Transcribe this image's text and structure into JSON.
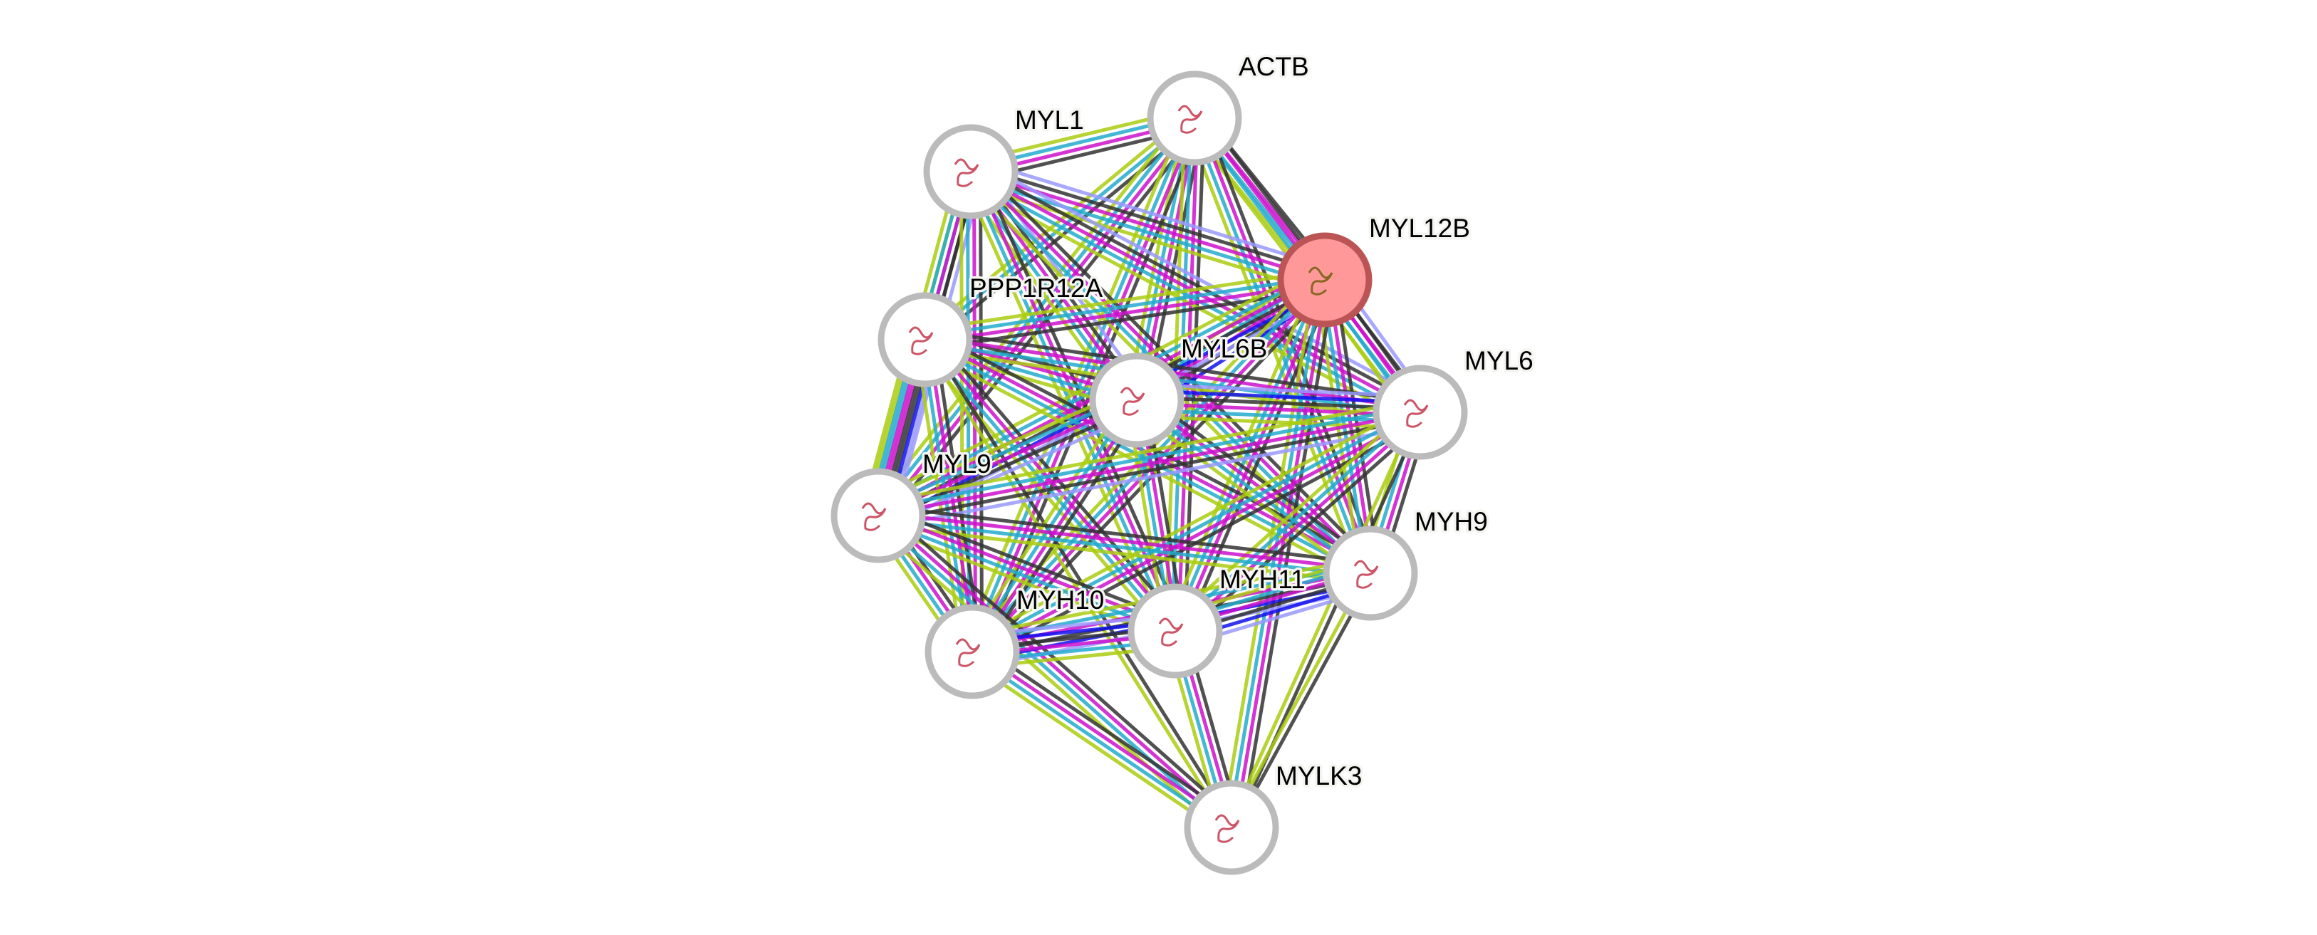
{
  "evidence_colors": {
    "k": "#333333",
    "m": "#cc11cc",
    "c": "#22aacc",
    "y": "#aacc11",
    "b": "#1111ee",
    "h": "#9999ff"
  },
  "query_node_color": "#ff9999",
  "query_node_border": "#bb5555",
  "node_border": "#bbbbbb",
  "nodes": [
    {
      "id": "ACTB",
      "label": "ACTB",
      "query": false
    },
    {
      "id": "MYL1",
      "label": "MYL1",
      "query": false
    },
    {
      "id": "MYL12B",
      "label": "MYL12B",
      "query": true
    },
    {
      "id": "PPP1R12A",
      "label": "PPP1R12A",
      "query": false
    },
    {
      "id": "MYL6B",
      "label": "MYL6B",
      "query": false
    },
    {
      "id": "MYL6",
      "label": "MYL6",
      "query": false
    },
    {
      "id": "MYL9",
      "label": "MYL9",
      "query": false
    },
    {
      "id": "MYH9",
      "label": "MYH9",
      "query": false
    },
    {
      "id": "MYH10",
      "label": "MYH10",
      "query": false
    },
    {
      "id": "MYH11",
      "label": "MYH11",
      "query": false
    },
    {
      "id": "MYLK3",
      "label": "MYLK3",
      "query": false
    }
  ],
  "edges": [
    [
      "ACTB",
      "MYL1",
      "kmcy"
    ],
    [
      "ACTB",
      "MYL12B",
      "kmcy"
    ],
    [
      "ACTB",
      "PPP1R12A",
      "kcy"
    ],
    [
      "ACTB",
      "MYL6B",
      "kmcy"
    ],
    [
      "ACTB",
      "MYL6",
      "kmcy"
    ],
    [
      "ACTB",
      "MYL9",
      "kmcy"
    ],
    [
      "ACTB",
      "MYH9",
      "kmcy"
    ],
    [
      "ACTB",
      "MYH10",
      "kmcy"
    ],
    [
      "ACTB",
      "MYH11",
      "kmcy"
    ],
    [
      "MYL1",
      "MYL12B",
      "hkmcy"
    ],
    [
      "MYL1",
      "PPP1R12A",
      "kcy"
    ],
    [
      "MYL1",
      "MYL6B",
      "hkmcy"
    ],
    [
      "MYL1",
      "MYL6",
      "hkmcy"
    ],
    [
      "MYL1",
      "MYL9",
      "hkmcy"
    ],
    [
      "MYL1",
      "MYH9",
      "kmcy"
    ],
    [
      "MYL1",
      "MYH10",
      "kmcy"
    ],
    [
      "MYL1",
      "MYH11",
      "kmcy"
    ],
    [
      "MYL12B",
      "PPP1R12A",
      "kmcy"
    ],
    [
      "MYL12B",
      "MYL6B",
      "bkmcy"
    ],
    [
      "MYL12B",
      "MYL6",
      "hkmcy"
    ],
    [
      "MYL12B",
      "MYL9",
      "hbkmcy"
    ],
    [
      "MYL12B",
      "MYH9",
      "kmcy"
    ],
    [
      "MYL12B",
      "MYH10",
      "kmcy"
    ],
    [
      "MYL12B",
      "MYH11",
      "kmcy"
    ],
    [
      "MYL12B",
      "MYLK3",
      "kmcy"
    ],
    [
      "PPP1R12A",
      "MYL6B",
      "kmcy"
    ],
    [
      "PPP1R12A",
      "MYL6",
      "kmcy"
    ],
    [
      "PPP1R12A",
      "MYL9",
      "hbkmcy"
    ],
    [
      "PPP1R12A",
      "MYH9",
      "kmcy"
    ],
    [
      "PPP1R12A",
      "MYH10",
      "kmcy"
    ],
    [
      "PPP1R12A",
      "MYH11",
      "kmcy"
    ],
    [
      "PPP1R12A",
      "MYLK3",
      "ky"
    ],
    [
      "MYL6B",
      "MYL6",
      "hbkmcy"
    ],
    [
      "MYL6B",
      "MYL9",
      "hkmcy"
    ],
    [
      "MYL6B",
      "MYH9",
      "kmcy"
    ],
    [
      "MYL6B",
      "MYH10",
      "kmcy"
    ],
    [
      "MYL6B",
      "MYH11",
      "kmcy"
    ],
    [
      "MYL6",
      "MYL9",
      "hkmcy"
    ],
    [
      "MYL6",
      "MYH9",
      "kmcy"
    ],
    [
      "MYL6",
      "MYH10",
      "kmcy"
    ],
    [
      "MYL6",
      "MYH11",
      "kmcy"
    ],
    [
      "MYL6",
      "MYLK3",
      "ky"
    ],
    [
      "MYL9",
      "MYH9",
      "kmcy"
    ],
    [
      "MYL9",
      "MYH10",
      "kmcy"
    ],
    [
      "MYL9",
      "MYH11",
      "kmcy"
    ],
    [
      "MYL9",
      "MYLK3",
      "kmcy"
    ],
    [
      "MYH9",
      "MYH10",
      "hbkmcy"
    ],
    [
      "MYH9",
      "MYH11",
      "hbkmcy"
    ],
    [
      "MYH9",
      "MYLK3",
      "ky"
    ],
    [
      "MYH10",
      "MYH11",
      "hbkmcy"
    ],
    [
      "MYH10",
      "MYLK3",
      "kmcy"
    ],
    [
      "MYH11",
      "MYLK3",
      "kmcy"
    ]
  ]
}
